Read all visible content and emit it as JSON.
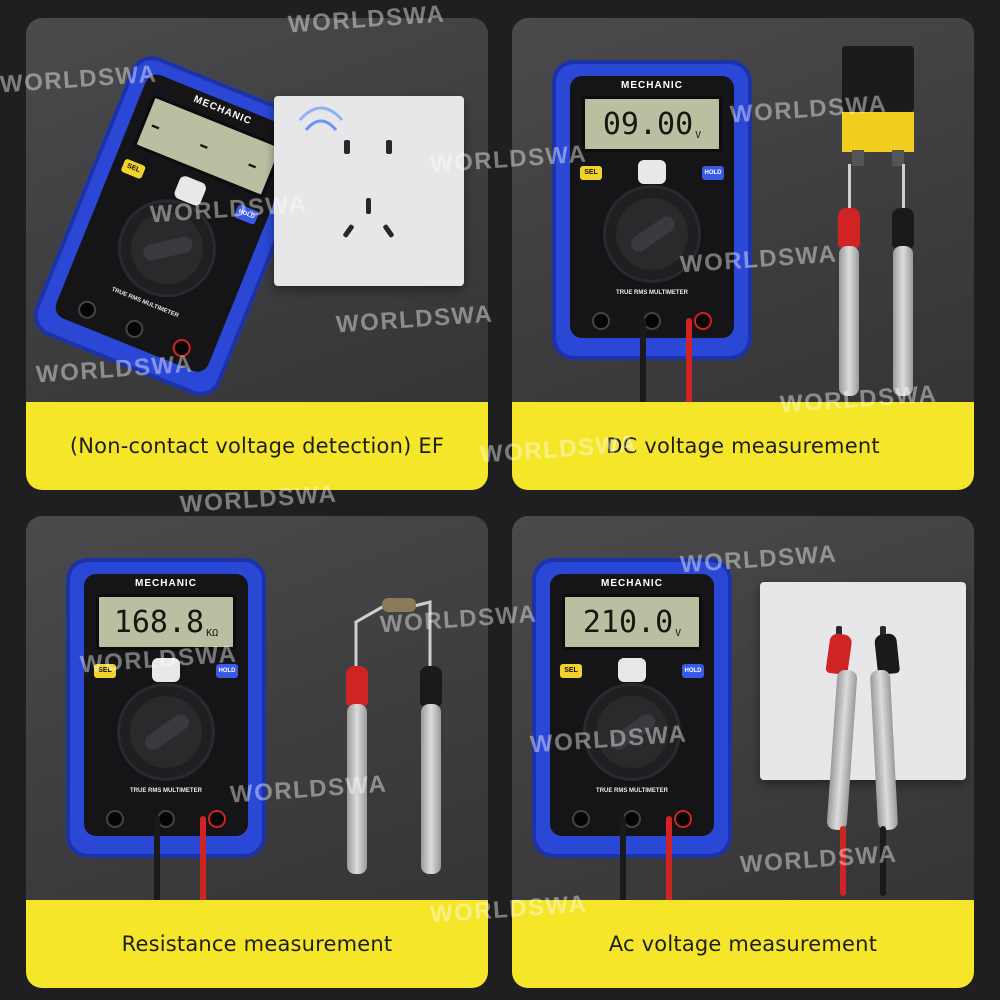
{
  "watermark": "WORLDSWA",
  "panels": [
    {
      "caption": "(Non-contact voltage detection) EF",
      "meter": {
        "brand": "MECHANIC",
        "reading": "",
        "unit": "",
        "model": "TRUE RMS MULTIMETER",
        "sel": "SEL",
        "hold": "HOLD"
      }
    },
    {
      "caption": "DC voltage measurement",
      "meter": {
        "brand": "MECHANIC",
        "reading": "09.00",
        "unit": "V",
        "model": "TRUE RMS MULTIMETER",
        "sel": "SEL",
        "hold": "HOLD"
      }
    },
    {
      "caption": "Resistance measurement",
      "meter": {
        "brand": "MECHANIC",
        "reading": "168.8",
        "unit": "KΩ",
        "model": "TRUE RMS MULTIMETER",
        "sel": "SEL",
        "hold": "HOLD"
      }
    },
    {
      "caption": "Ac voltage measurement",
      "meter": {
        "brand": "MECHANIC",
        "reading": "210.0",
        "unit": "V",
        "model": "TRUE RMS MULTIMETER",
        "sel": "SEL",
        "hold": "HOLD"
      }
    }
  ],
  "colors": {
    "caption_bar": "#f5e62a",
    "meter_body": "#2b47d6",
    "lead_red": "#d02323",
    "lead_black": "#1a1a1a"
  }
}
